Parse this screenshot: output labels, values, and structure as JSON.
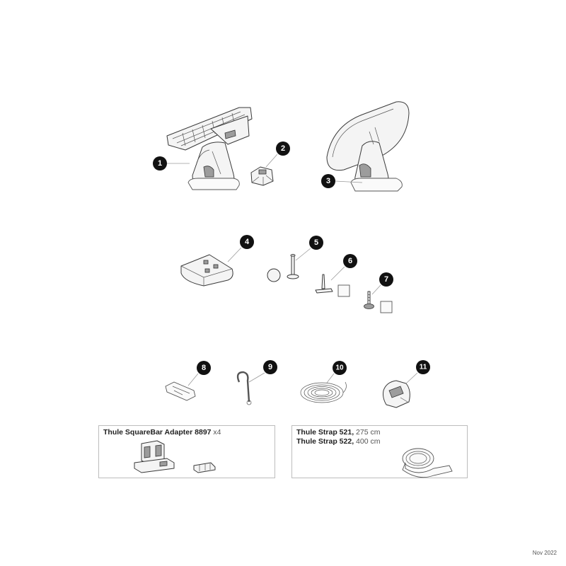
{
  "callouts": [
    "1",
    "2",
    "3",
    "4",
    "5",
    "6",
    "7",
    "8",
    "9",
    "10",
    "11"
  ],
  "adapter_box": {
    "name": "Thule SquareBar Adapter 8897",
    "qty": "x4"
  },
  "strap_box": {
    "line1_name": "Thule Strap 521,",
    "line1_len": "275 cm",
    "line2_name": "Thule Strap 522,",
    "line2_len": "400 cm"
  },
  "date": "Nov 2022"
}
